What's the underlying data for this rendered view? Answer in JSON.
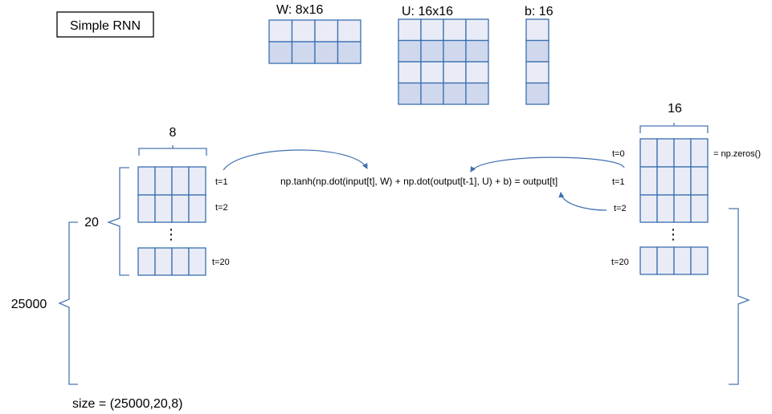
{
  "title": "Simple RNN",
  "weights": {
    "w_label": "W: 8x16",
    "u_label": "U: 16x16",
    "b_label": "b: 16"
  },
  "input": {
    "width_label": "8",
    "steps_label": "20",
    "batch_label": "25000",
    "size_label": "size = (25000,20,8)",
    "time_labels": [
      "t=1",
      "t=2",
      "t=20"
    ],
    "ellipsis": "⋮"
  },
  "output": {
    "width_label": "16",
    "zeros_label": "= np.zeros()",
    "time_labels": [
      "t=0",
      "t=1",
      "t=2",
      "t=20"
    ],
    "ellipsis": "⋮"
  },
  "formula": "np.tanh(np.dot(input[t], W) + np.dot(output[t-1], U) + b) = output[t]",
  "colors": {
    "cell_light": "#e9ecf6",
    "cell_dark": "#d0d8ee",
    "cell_border": "#3a6fb0",
    "brace": "#4a76b2"
  }
}
